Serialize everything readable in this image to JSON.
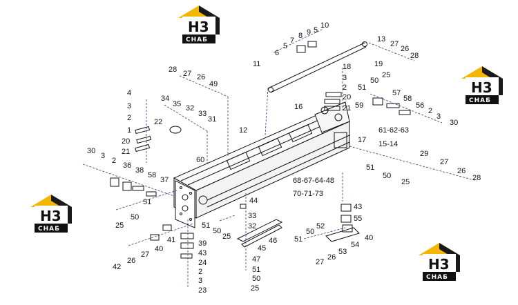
{
  "brand": {
    "logo_mark": "H3",
    "logo_caption": "СНАБ",
    "colors": {
      "roof": "#f2b705",
      "dark": "#1a1a1a",
      "bar": "#111111",
      "line": "#2a3a8c"
    }
  },
  "callouts": [
    {
      "id": "c1",
      "text": "28"
    },
    {
      "id": "c2",
      "text": "27"
    },
    {
      "id": "c3",
      "text": "26"
    },
    {
      "id": "c4",
      "text": "49"
    },
    {
      "id": "c5",
      "text": "34"
    },
    {
      "id": "c6",
      "text": "35"
    },
    {
      "id": "c7",
      "text": "32"
    },
    {
      "id": "c8",
      "text": "33"
    },
    {
      "id": "c9",
      "text": "31"
    },
    {
      "id": "c10",
      "text": "4"
    },
    {
      "id": "c11",
      "text": "3"
    },
    {
      "id": "c12",
      "text": "2"
    },
    {
      "id": "c13",
      "text": "22"
    },
    {
      "id": "c14",
      "text": "1"
    },
    {
      "id": "c15",
      "text": "20"
    },
    {
      "id": "c16",
      "text": "21"
    },
    {
      "id": "c17",
      "text": "60"
    },
    {
      "id": "c18",
      "text": "30"
    },
    {
      "id": "c19",
      "text": "3"
    },
    {
      "id": "c20",
      "text": "2"
    },
    {
      "id": "c21",
      "text": "36"
    },
    {
      "id": "c22",
      "text": "38"
    },
    {
      "id": "c23",
      "text": "58"
    },
    {
      "id": "c24",
      "text": "37"
    },
    {
      "id": "c25",
      "text": "51"
    },
    {
      "id": "c26",
      "text": "50"
    },
    {
      "id": "c27",
      "text": "25"
    },
    {
      "id": "c28",
      "text": "41"
    },
    {
      "id": "c29",
      "text": "40"
    },
    {
      "id": "c30",
      "text": "27"
    },
    {
      "id": "c31",
      "text": "26"
    },
    {
      "id": "c32",
      "text": "42"
    },
    {
      "id": "c33",
      "text": "39"
    },
    {
      "id": "c34",
      "text": "43"
    },
    {
      "id": "c35",
      "text": "24"
    },
    {
      "id": "c36",
      "text": "2"
    },
    {
      "id": "c37",
      "text": "3"
    },
    {
      "id": "c38",
      "text": "23"
    },
    {
      "id": "c39",
      "text": "51"
    },
    {
      "id": "c40",
      "text": "50"
    },
    {
      "id": "c41",
      "text": "25"
    },
    {
      "id": "c42",
      "text": "44"
    },
    {
      "id": "c43",
      "text": "33"
    },
    {
      "id": "c44",
      "text": "32"
    },
    {
      "id": "c45",
      "text": "46"
    },
    {
      "id": "c46",
      "text": "45"
    },
    {
      "id": "c47",
      "text": "47"
    },
    {
      "id": "c48",
      "text": "51"
    },
    {
      "id": "c49",
      "text": "50"
    },
    {
      "id": "c50",
      "text": "25"
    },
    {
      "id": "c51",
      "text": "12"
    },
    {
      "id": "c52",
      "text": "11"
    },
    {
      "id": "c53",
      "text": "6"
    },
    {
      "id": "c54",
      "text": "5"
    },
    {
      "id": "c55",
      "text": "7"
    },
    {
      "id": "c56",
      "text": "8"
    },
    {
      "id": "c57",
      "text": "9"
    },
    {
      "id": "c58",
      "text": "5"
    },
    {
      "id": "c59",
      "text": "10"
    },
    {
      "id": "c60",
      "text": "13"
    },
    {
      "id": "c61",
      "text": "27"
    },
    {
      "id": "c62",
      "text": "26"
    },
    {
      "id": "c63",
      "text": "28"
    },
    {
      "id": "c64",
      "text": "19"
    },
    {
      "id": "c65",
      "text": "18"
    },
    {
      "id": "c66",
      "text": "3"
    },
    {
      "id": "c67",
      "text": "2"
    },
    {
      "id": "c68",
      "text": "20"
    },
    {
      "id": "c69",
      "text": "21"
    },
    {
      "id": "c70",
      "text": "16"
    },
    {
      "id": "c71",
      "text": "50"
    },
    {
      "id": "c72",
      "text": "25"
    },
    {
      "id": "c73",
      "text": "51"
    },
    {
      "id": "c74",
      "text": "59"
    },
    {
      "id": "c75",
      "text": "57"
    },
    {
      "id": "c76",
      "text": "58"
    },
    {
      "id": "c77",
      "text": "56"
    },
    {
      "id": "c78",
      "text": "2"
    },
    {
      "id": "c79",
      "text": "3"
    },
    {
      "id": "c80",
      "text": "30"
    },
    {
      "id": "c81",
      "text": "61-62-63"
    },
    {
      "id": "c82",
      "text": "17"
    },
    {
      "id": "c83",
      "text": "15-14"
    },
    {
      "id": "c84",
      "text": "29"
    },
    {
      "id": "c85",
      "text": "27"
    },
    {
      "id": "c86",
      "text": "26"
    },
    {
      "id": "c87",
      "text": "28"
    },
    {
      "id": "c88",
      "text": "51"
    },
    {
      "id": "c89",
      "text": "50"
    },
    {
      "id": "c90",
      "text": "25"
    },
    {
      "id": "c91",
      "text": "68-67-64-48"
    },
    {
      "id": "c92",
      "text": "70-71-73"
    },
    {
      "id": "c93",
      "text": "43"
    },
    {
      "id": "c94",
      "text": "55"
    },
    {
      "id": "c95",
      "text": "52"
    },
    {
      "id": "c96",
      "text": "50"
    },
    {
      "id": "c97",
      "text": "51"
    },
    {
      "id": "c98",
      "text": "40"
    },
    {
      "id": "c99",
      "text": "54"
    },
    {
      "id": "c100",
      "text": "53"
    },
    {
      "id": "c101",
      "text": "26"
    },
    {
      "id": "c102",
      "text": "27"
    }
  ]
}
